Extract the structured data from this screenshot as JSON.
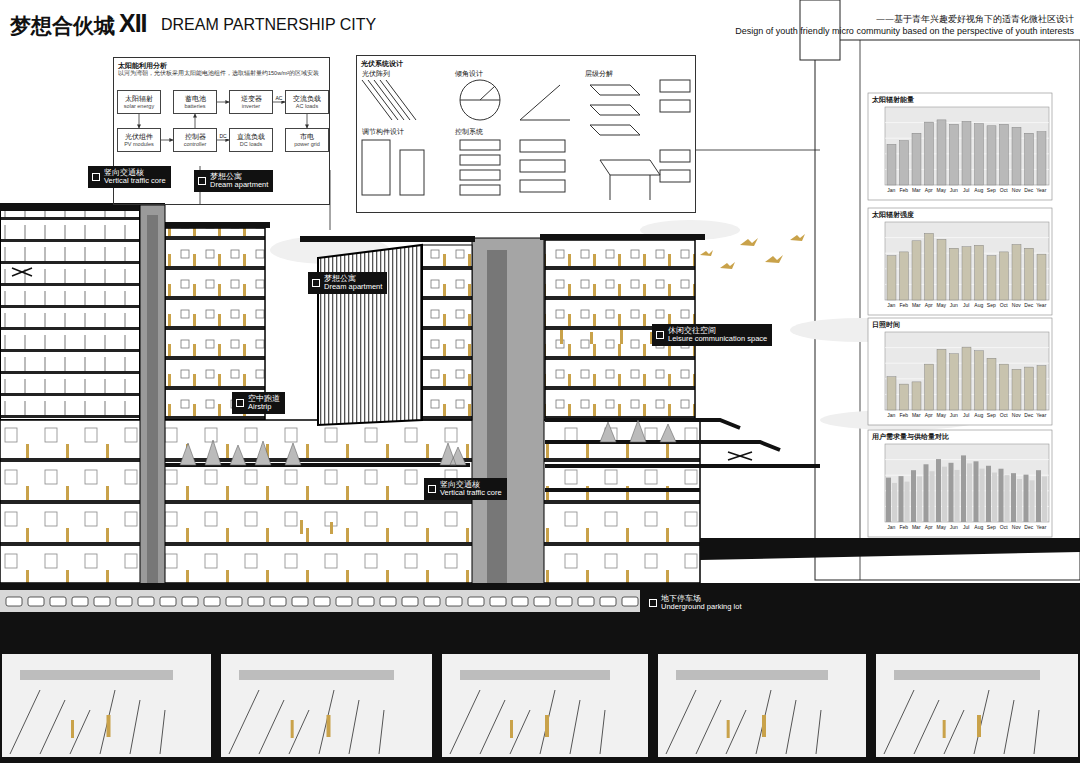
{
  "diagram": {
    "title": "梦想合伙城",
    "nodes": [
      {
        "text": [
          "太阳能利用分析",
          "以河为湾朝，光伏板采用太阳能电池组件，选取辐射量约150w/m²的区域安装"
        ]
      },
      {
        "text": [
          "太阳辐射",
          "solar energy"
        ],
        "in": 0
      },
      {
        "text": [
          "蓄电池",
          "batteries"
        ],
        "in": 0
      },
      {
        "text": [
          "逆变器",
          "inverter"
        ],
        "in": 0
      },
      {
        "text": [
          "交流负载",
          "AC loads"
        ],
        "in": 0
      },
      {
        "text": [
          "光伏组件",
          "PV modules"
        ],
        "in": 0
      },
      {
        "text": [
          "控制器",
          "controller"
        ],
        "in": 0
      },
      {
        "text": [
          "直流负载",
          "DC loads"
        ],
        "in": 0
      },
      {
        "text": [
          "市电",
          "power grid"
        ],
        "in": 0
      },
      {
        "text": [
          "光伏系统设计"
        ]
      },
      {
        "text": [
          "竖向交通核",
          "Vertical traffic core"
        ]
      },
      {
        "text": [
          "梦想公寓",
          "Dream apartment"
        ]
      },
      {
        "text": [
          "梦想公寓",
          "Dream apartment"
        ]
      },
      {
        "text": [
          "空中跑道",
          "Airstrip"
        ]
      },
      {
        "text": [
          "休闲交往空间",
          "Leisure communication space"
        ]
      },
      {
        "text": [
          "竖向交通核",
          "Vertical traffic core"
        ]
      },
      {
        "text": [
          "地下停车场",
          "Underground parking lot"
        ]
      }
    ],
    "edges": [
      {
        "from": 1,
        "to": 5,
        "arrow": "to"
      },
      {
        "from": 5,
        "to": 6,
        "arrow": "to"
      },
      {
        "from": 6,
        "to": 2,
        "arrow": "to"
      },
      {
        "from": 2,
        "to": 3,
        "arrow": "to"
      },
      {
        "from": 3,
        "to": 4,
        "label": "AC",
        "arrow": "to"
      },
      {
        "from": 6,
        "to": 7,
        "label": "DC",
        "arrow": "to"
      },
      {
        "from": 4,
        "to": 8,
        "arrow": "to"
      }
    ],
    "labels": [
      "XII",
      "DREAM PARTNERSHIP CITY",
      "——基于青年兴趣爱好视角下的适青化微社区设计",
      "Design of youth friendly micro community based on the perspective of youth interests",
      "光伏阵列",
      "倾角设计",
      "层级分解",
      "调节构件设计",
      "控制系统",
      "太阳辐射能量",
      "太阳辐射强度",
      "日照时间",
      "用户需求量与供给量对比",
      "Jan",
      "Feb",
      "Mar",
      "Apr",
      "May",
      "Jun",
      "Jul",
      "Aug",
      "Sep",
      "Oct",
      "Nov",
      "Dec",
      "Year",
      "Jan",
      "Feb",
      "Mar",
      "Apr",
      "May",
      "Jun",
      "Jul",
      "Aug",
      "Sep",
      "Oct",
      "Nov",
      "Dec",
      "Year",
      "Jan",
      "Feb",
      "Mar",
      "Apr",
      "May",
      "Jun",
      "Jul",
      "Aug",
      "Sep",
      "Oct",
      "Nov",
      "Dec",
      "Year",
      "Jan",
      "Feb",
      "Mar",
      "Apr",
      "May",
      "Jun",
      "Jul",
      "Aug",
      "Sep",
      "Oct",
      "Nov",
      "Dec",
      "Year"
    ]
  }
}
